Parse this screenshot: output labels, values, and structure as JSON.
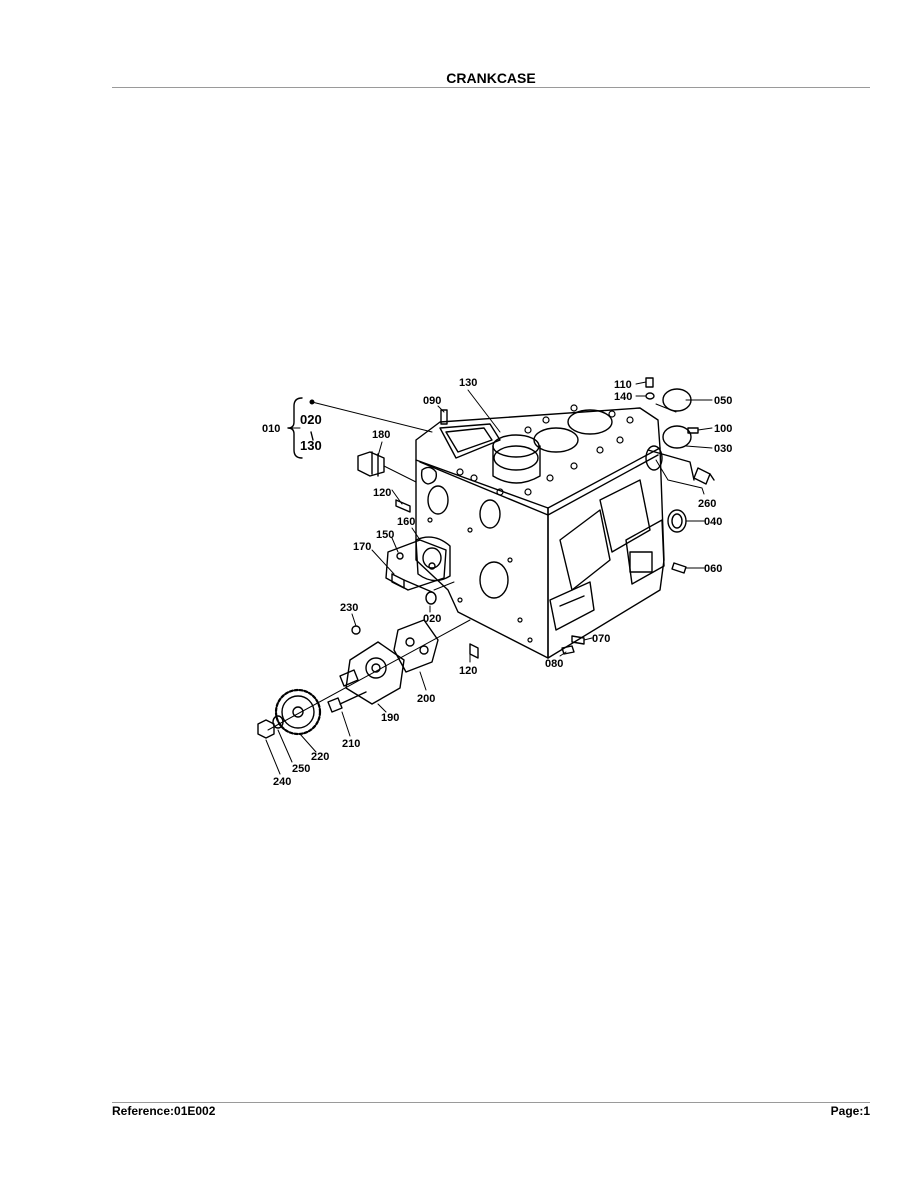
{
  "page": {
    "title": "CRANKCASE",
    "reference": "Reference:01E002",
    "page_number": "Page:1"
  },
  "diagram": {
    "group_label": "010",
    "group_range_start": "020",
    "group_range_end": "130",
    "labels": {
      "p090": "090",
      "p130": "130",
      "p110": "110",
      "p140": "140",
      "p050": "050",
      "p100": "100",
      "p030": "030",
      "p180": "180",
      "p120a": "120",
      "p260": "260",
      "p040": "040",
      "p160": "160",
      "p150": "150",
      "p170": "170",
      "p060": "060",
      "p020": "020",
      "p230": "230",
      "p070": "070",
      "p080": "080",
      "p120b": "120",
      "p200": "200",
      "p190": "190",
      "p210": "210",
      "p220": "220",
      "p250": "250",
      "p240": "240"
    }
  }
}
